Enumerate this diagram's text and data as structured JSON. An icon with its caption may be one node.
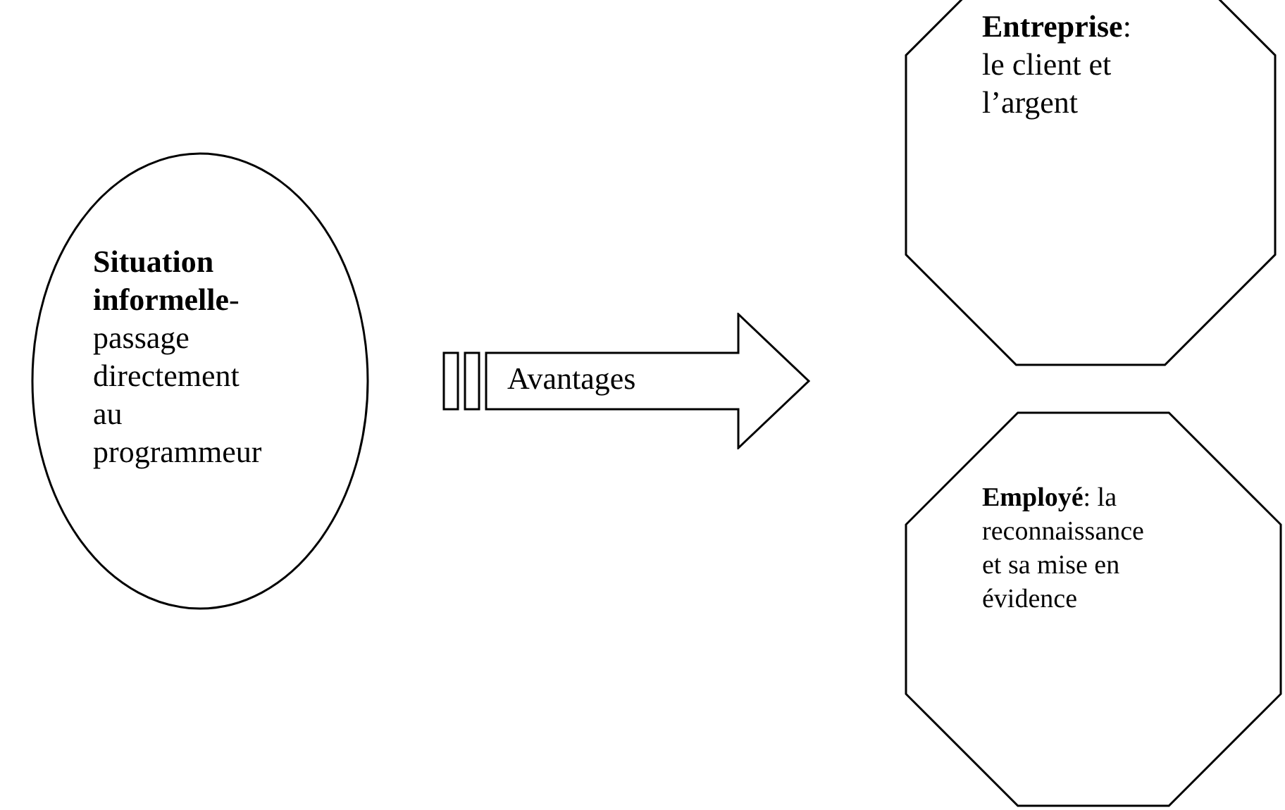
{
  "diagram": {
    "nodes": [
      {
        "text": [
          "**Situation informelle**-passage directement au programmeur"
        ]
      },
      {
        "text": [
          "Avantages"
        ]
      },
      {
        "text": [
          "**Entreprise**: le client et l’argent"
        ]
      },
      {
        "text": [
          "**Employé**: la reconnaissance et sa mise en évidence"
        ]
      }
    ]
  }
}
